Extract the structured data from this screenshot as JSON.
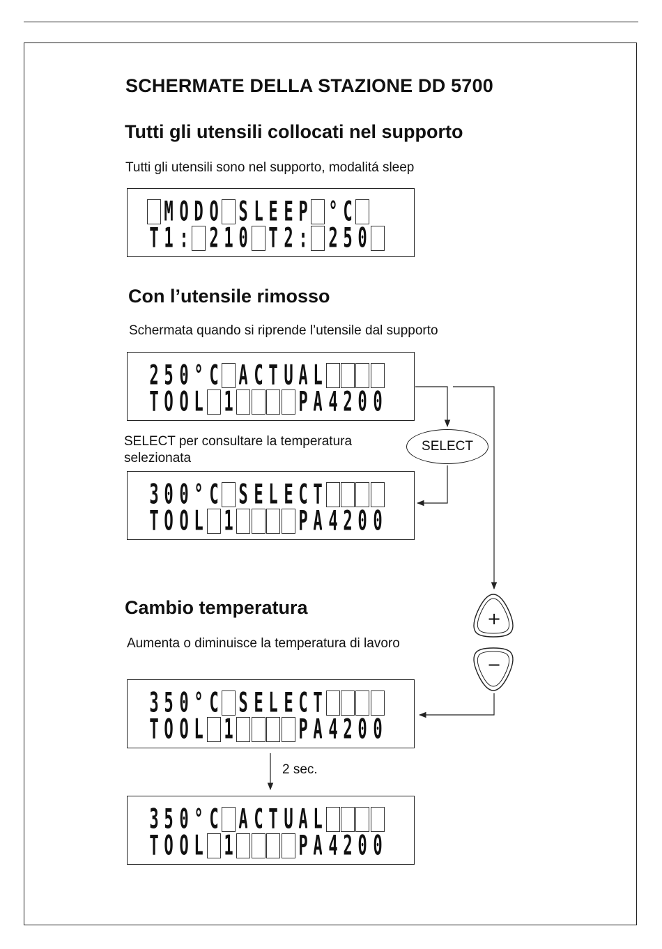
{
  "page": {
    "title": "SCHERMATE DELLA STAZIONE DD 5700"
  },
  "sections": [
    {
      "heading": "Tutti gli utensili collocati nel supporto",
      "description": "Tutti gli utensili sono nel supporto, modalitá sleep"
    },
    {
      "heading": "Con l’utensile rimosso",
      "description": "Schermata quando si riprende l’utensile dal supporto"
    },
    {
      "heading": "Cambio temperatura",
      "description": "Aumenta o diminuisce la temperatura di lavoro"
    }
  ],
  "select_note": {
    "line1": "SELECT per consultare la temperatura",
    "line2": "selezionata"
  },
  "select_button": "SELECT",
  "plus_button": "+",
  "minus_button": "−",
  "delay_label": "2 sec.",
  "displays": [
    {
      "name": "display-sleep",
      "rows": [
        " MODO SLEEP °C ",
        "T1: 210 T2: 250 "
      ]
    },
    {
      "name": "display-actual-250",
      "rows": [
        "250°C ACTUAL    ",
        "TOOL 1    PA4200"
      ]
    },
    {
      "name": "display-select-300",
      "rows": [
        "300°C SELECT    ",
        "TOOL 1    PA4200"
      ]
    },
    {
      "name": "display-select-350",
      "rows": [
        "350°C SELECT    ",
        "TOOL 1    PA4200"
      ]
    },
    {
      "name": "display-actual-350",
      "rows": [
        "350°C ACTUAL    ",
        "TOOL 1    PA4200"
      ]
    }
  ]
}
